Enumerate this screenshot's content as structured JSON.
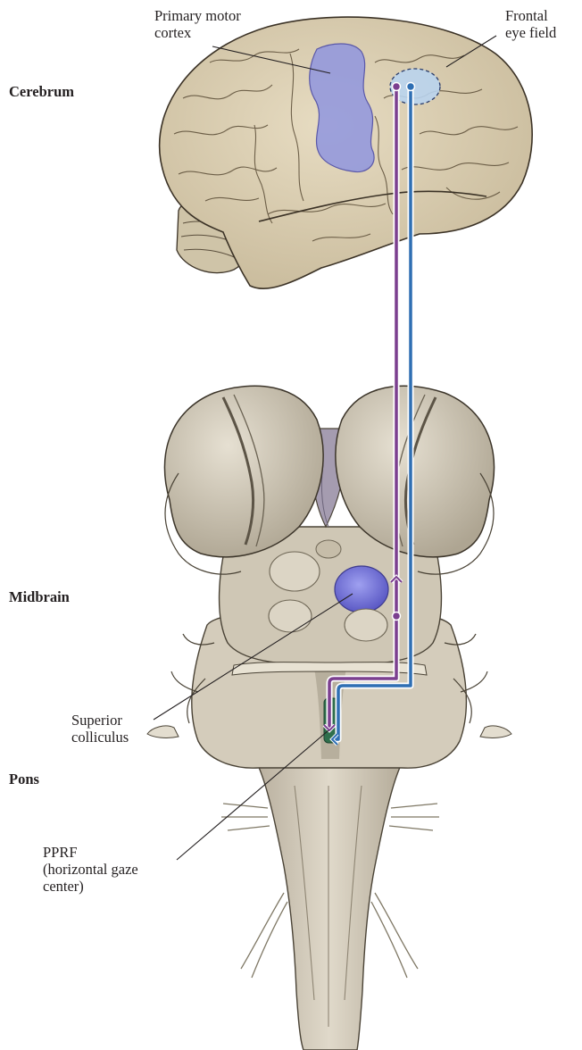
{
  "labels": {
    "primary_motor_cortex": [
      "Primary motor",
      "cortex"
    ],
    "frontal_eye_field": [
      "Frontal",
      "eye field"
    ],
    "superior_colliculus": [
      "Superior",
      "colliculus"
    ],
    "pprf": [
      "PPRF",
      "(horizontal gaze",
      "center)"
    ]
  },
  "regions": {
    "cerebrum": "Cerebrum",
    "midbrain": "Midbrain",
    "pons": "Pons"
  },
  "colors": {
    "tissue": "#d9ceb6",
    "tissue_dark": "#b8ab90",
    "brainstem": "#cfc7b5",
    "brainstem_shadow": "#a69d8c",
    "motor_cortex": "#8f95de",
    "frontal_eye_field": "#b9d4ee",
    "superior_colliculus": "#6e6fd2",
    "pprf": "#2f6f4c",
    "purple_pathway": "#7b3f8f",
    "blue_pathway": "#2f6fb3"
  }
}
